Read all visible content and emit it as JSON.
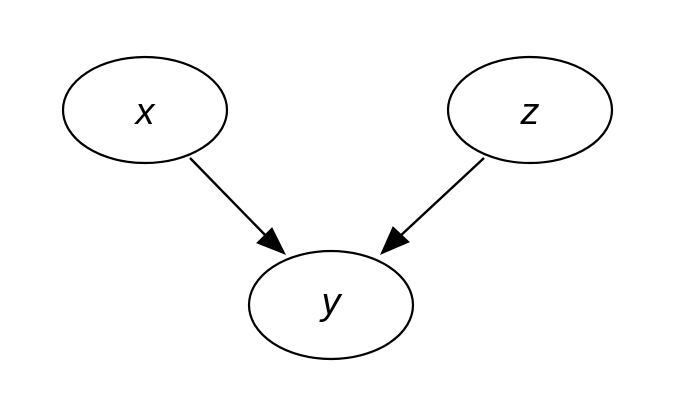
{
  "diagram": {
    "nodes": [
      {
        "id": "x",
        "label": "x"
      },
      {
        "id": "z",
        "label": "z"
      },
      {
        "id": "y",
        "label": "y"
      }
    ],
    "edges": [
      {
        "from": "x",
        "to": "y"
      },
      {
        "from": "z",
        "to": "y"
      }
    ]
  }
}
